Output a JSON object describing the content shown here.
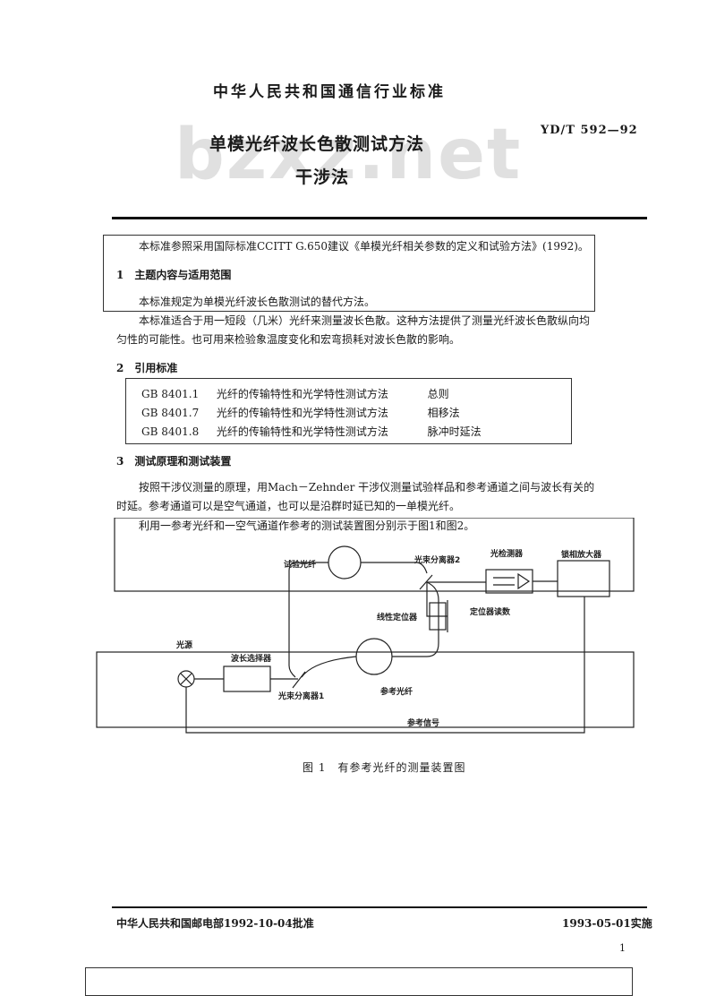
{
  "header": {
    "org": "中华人民共和国通信行业标准",
    "standard_no": "YD/T 592—92",
    "title_line1": "单模光纤波长色散测试方法",
    "title_line2": "干涉法",
    "watermark": "bzxz.net"
  },
  "intro": "本标准参照采用国际标准CCITT G.650建议《单模光纤相关参数的定义和试验方法》(1992)。",
  "section1": {
    "heading": "1　主题内容与适用范围",
    "p1": "本标准规定为单模光纤波长色散测试的替代方法。",
    "p2_line1": "本标准适合于用一短段（几米）光纤来测量波长色散。这种方法提供了测量光纤波长色散纵向均",
    "p2_line2": "匀性的可能性。也可用来检验象温度变化和宏弯损耗对波长色散的影响。"
  },
  "section2": {
    "heading": "2　引用标准",
    "refs": [
      {
        "code": "GB 8401.1",
        "title": "光纤的传输特性和光学特性测试方法",
        "part": "总则"
      },
      {
        "code": "GB 8401.7",
        "title": "光纤的传输特性和光学特性测试方法",
        "part": "相移法"
      },
      {
        "code": "GB 8401.8",
        "title": "光纤的传输特性和光学特性测试方法",
        "part": "脉冲时延法"
      }
    ]
  },
  "section3": {
    "heading": "3　测试原理和测试装置",
    "p1_line1": "按照干涉仪测量的原理，用Mach－Zehnder 干涉仪测量试验样品和参考通道之间与波长有关的",
    "p1_line2": "时延。参考通道可以是空气通道，也可以是沿群时延已知的一单模光纤。",
    "p2": "利用一参考光纤和一空气通道作参考的测试装置图分别示于图1和图2。"
  },
  "figure": {
    "labels": {
      "test_fiber": "试验光纤",
      "splitter2": "光束分离器2",
      "detector": "光检测器",
      "lockin": "锁相放大器",
      "linear_positioner": "线性定位器",
      "position_reading": "定位器读数",
      "source": "光源",
      "wavelength_selector": "波长选择器",
      "splitter1": "光束分离器1",
      "ref_fiber": "参考光纤",
      "ref_signal": "参考信号"
    },
    "caption": "图 1　有参考光纤的测量装置图"
  },
  "footer": {
    "left": "中华人民共和国邮电部1992-10-04批准",
    "right": "1993-05-01实施",
    "page": "1"
  }
}
